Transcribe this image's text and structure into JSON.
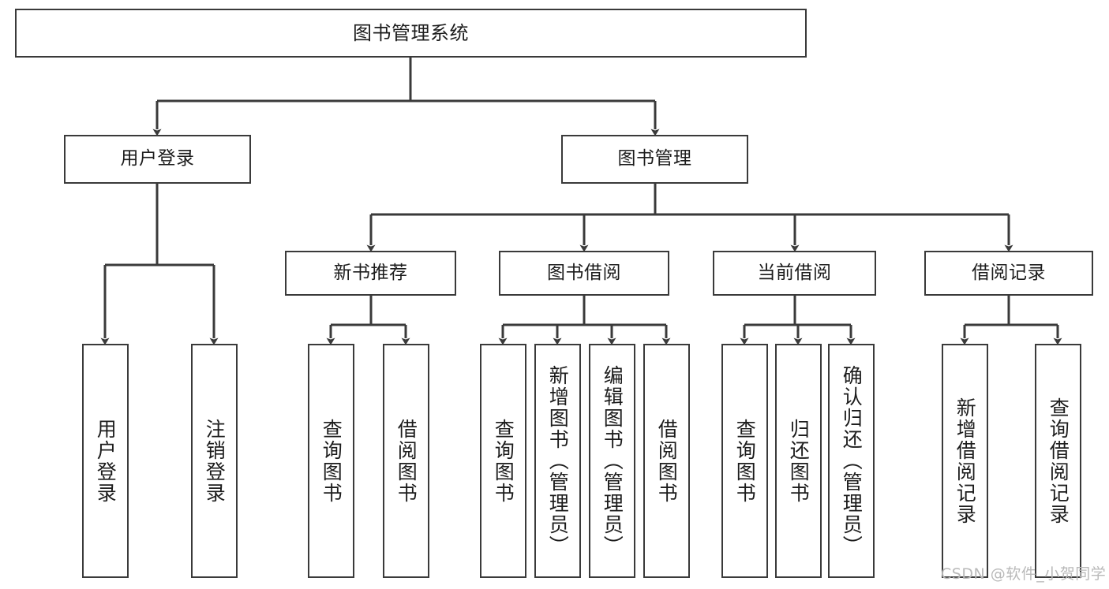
{
  "diagram": {
    "title": "图书管理系统",
    "type": "tree-hierarchy-chart",
    "root": {
      "label": "图书管理系统"
    },
    "level1": [
      {
        "label": "用户登录"
      },
      {
        "label": "图书管理"
      }
    ],
    "level2": [
      {
        "label": "新书推荐"
      },
      {
        "label": "图书借阅"
      },
      {
        "label": "当前借阅"
      },
      {
        "label": "借阅记录"
      }
    ],
    "leaves": {
      "user_login": [
        {
          "label": "用户登录"
        },
        {
          "label": "注销登录"
        }
      ],
      "new_book_recommend": [
        {
          "label": "查询图书"
        },
        {
          "label": "借阅图书"
        }
      ],
      "book_borrow": [
        {
          "label": "查询图书"
        },
        {
          "label": "新增图书（管理员）"
        },
        {
          "label": "编辑图书（管理员）"
        },
        {
          "label": "借阅图书"
        }
      ],
      "current_borrow": [
        {
          "label": "查询图书"
        },
        {
          "label": "归还图书"
        },
        {
          "label": "确认归还（管理员）"
        }
      ],
      "borrow_record": [
        {
          "label": "新增借阅记录"
        },
        {
          "label": "查询借阅记录"
        }
      ]
    }
  },
  "watermark": {
    "text": "CSDN @软件_小贺同学"
  },
  "colors": {
    "border": "#3a3a3a",
    "text": "#1c1c1c",
    "background": "#ffffff",
    "watermark": "#b9b9b9"
  }
}
